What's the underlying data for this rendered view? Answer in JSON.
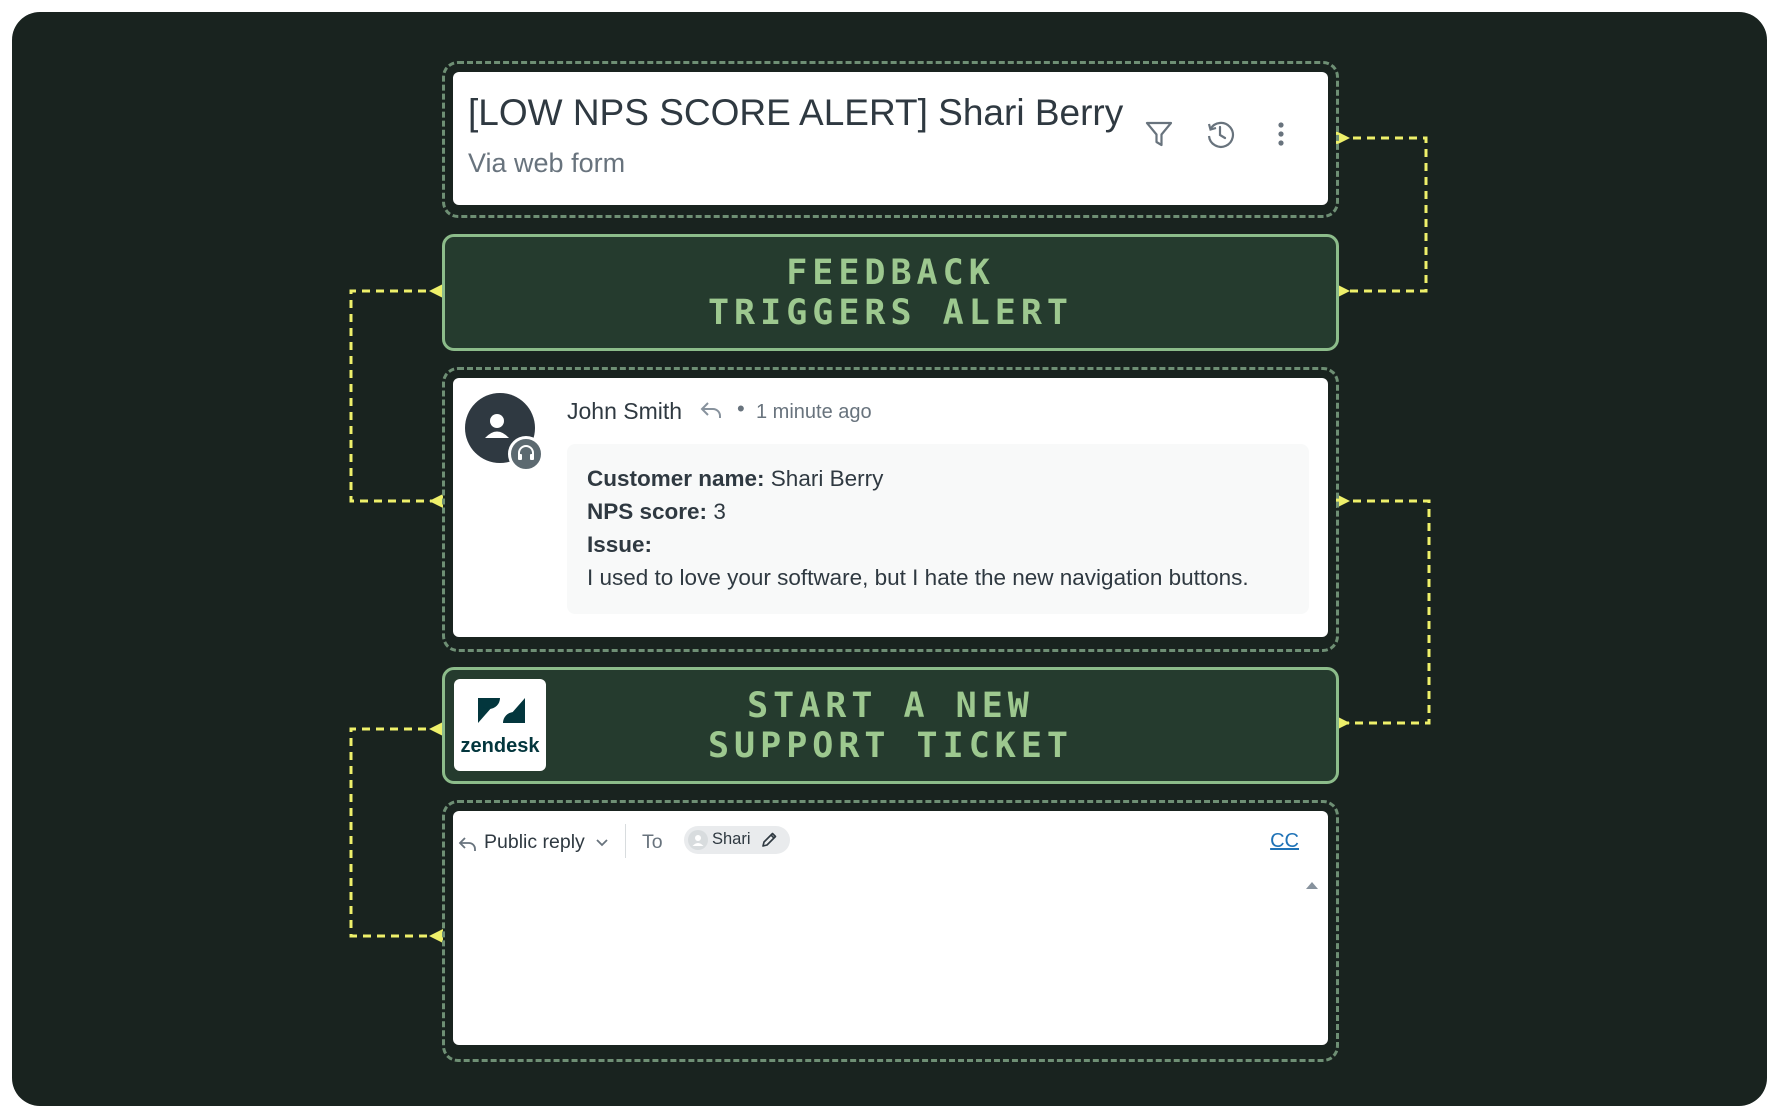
{
  "ticket": {
    "title": "[LOW NPS SCORE ALERT] Shari Berry",
    "via": "Via web form",
    "icons": [
      "filter-icon",
      "history-icon",
      "more-vertical-icon"
    ]
  },
  "banner_1": {
    "line1": "FEEDBACK",
    "line2": "TRIGGERS ALERT"
  },
  "comment": {
    "author": "John Smith",
    "separator": "•",
    "time": "1 minute ago",
    "customer_label": "Customer name:",
    "customer_value": " Shari Berry",
    "nps_label": "NPS score:",
    "nps_value": " 3",
    "issue_label": "Issue:",
    "issue_text": "I used to love your software, but I hate the new navigation buttons."
  },
  "banner_2": {
    "line1": "START A NEW",
    "line2": "SUPPORT TICKET",
    "logo_text": "zendesk"
  },
  "reply": {
    "mode": "Public reply",
    "to_label": "To",
    "recipient": "Shari",
    "cc_label": "CC"
  },
  "colors": {
    "background": "#19231f",
    "banner_fill": "#253b2e",
    "banner_text": "#9dc88f",
    "connector": "#eef06a",
    "zendesk": "#03363d"
  }
}
